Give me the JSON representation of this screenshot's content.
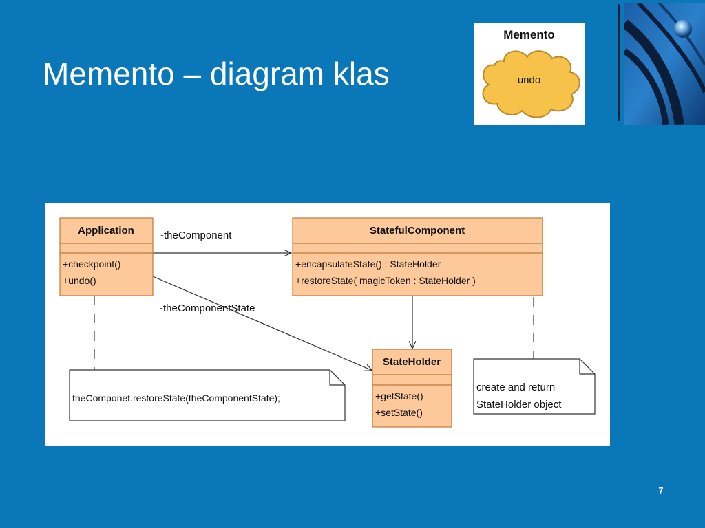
{
  "slide": {
    "title": "Memento – diagram klas",
    "page_number": "7"
  },
  "logo": {
    "title": "Memento",
    "cloud_text": "undo"
  },
  "diagram": {
    "classes": {
      "application": {
        "name": "Application",
        "methods": [
          "+checkpoint()",
          "+undo()"
        ]
      },
      "stateful_component": {
        "name": "StatefulComponent",
        "methods": [
          "+encapsulateState() : StateHolder",
          "+restoreState( magicToken : StateHolder )"
        ]
      },
      "state_holder": {
        "name": "StateHolder",
        "methods": [
          "+getState()",
          "+setState()"
        ]
      }
    },
    "associations": {
      "the_component": "-theComponent",
      "the_component_state": "-theComponentState"
    },
    "notes": {
      "restore_note": "theComponet.restoreState(theComponentState);",
      "create_note_line1": "create and return",
      "create_note_line2": "StateHolder object"
    },
    "colors": {
      "class_fill": "#fdc99a",
      "class_border": "#c07a3a",
      "line": "#333333"
    }
  }
}
